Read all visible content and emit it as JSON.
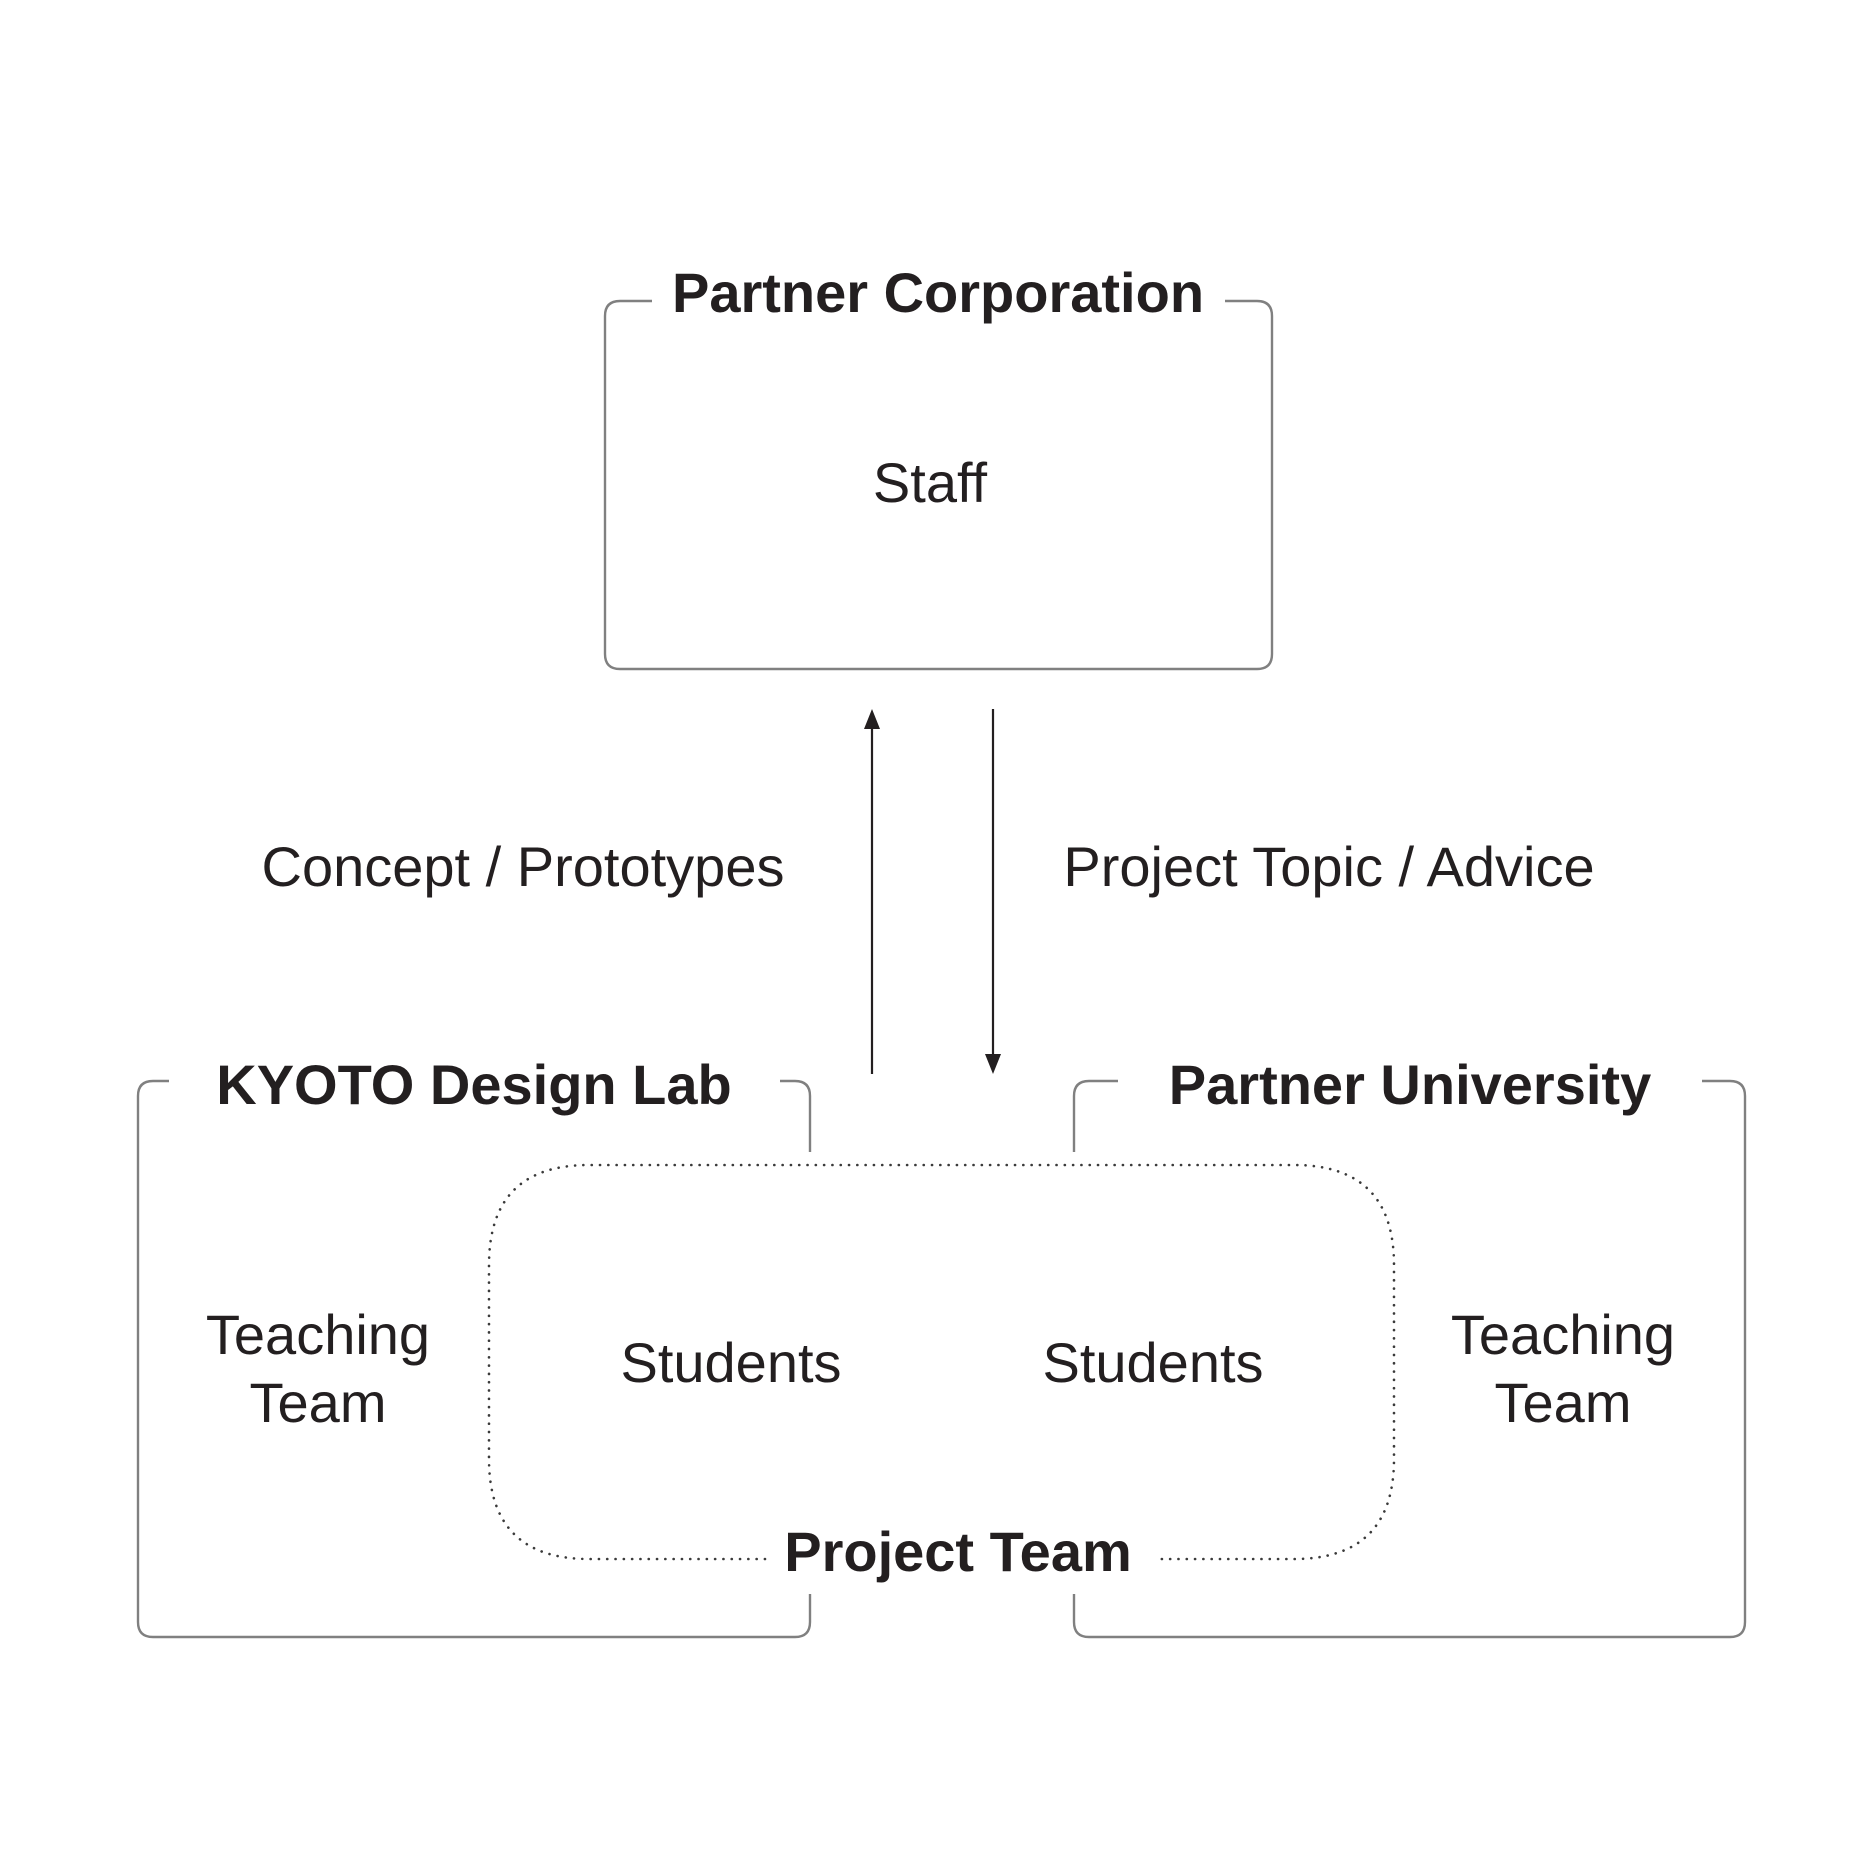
{
  "partner_corporation": {
    "title": "Partner Corporation",
    "member": "Staff"
  },
  "flows": {
    "upward_label": "Concept / Prototypes",
    "downward_label": "Project Topic / Advice"
  },
  "kyoto_design_lab": {
    "title": "KYOTO Design Lab",
    "teaching_team_line1": "Teaching",
    "teaching_team_line2": "Team",
    "students": "Students"
  },
  "partner_university": {
    "title": "Partner University",
    "teaching_team_line1": "Teaching",
    "teaching_team_line2": "Team",
    "students": "Students"
  },
  "project_team": {
    "title": "Project Team"
  },
  "colors": {
    "text": "#231f20",
    "box_outline": "#808080",
    "background": "#ffffff"
  }
}
